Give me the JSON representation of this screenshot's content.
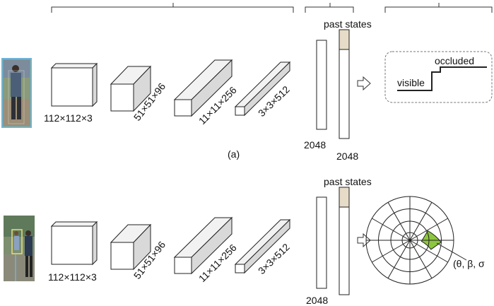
{
  "panels": [
    {
      "id": "top",
      "input_image": "pedestrian-photo",
      "layers": [
        "112×112×3",
        "51×51×96",
        "11×11×256",
        "3×3×512"
      ],
      "fc_label": "2048",
      "rnn_label": "2048",
      "past_states_label": "past states",
      "caption": "(a)",
      "output": {
        "type": "visibility-step",
        "low_label": "visible",
        "high_label": "occluded"
      }
    },
    {
      "id": "bottom",
      "input_image": "pedestrian-crowd-photo",
      "layers": [
        "112×112×3",
        "51×51×96",
        "11×11×256",
        "3×3×512"
      ],
      "fc_label": "2048",
      "rnn_label": "",
      "past_states_label": "past states",
      "caption": "",
      "output": {
        "type": "polar-grid",
        "params_label": "(θ, β, σ"
      }
    }
  ],
  "colors": {
    "photo_frame": "#6fb3d6",
    "past_state": "#e6dcc8",
    "polar_highlight": "#8dc63f",
    "cube_side": "#d9d9d9"
  }
}
